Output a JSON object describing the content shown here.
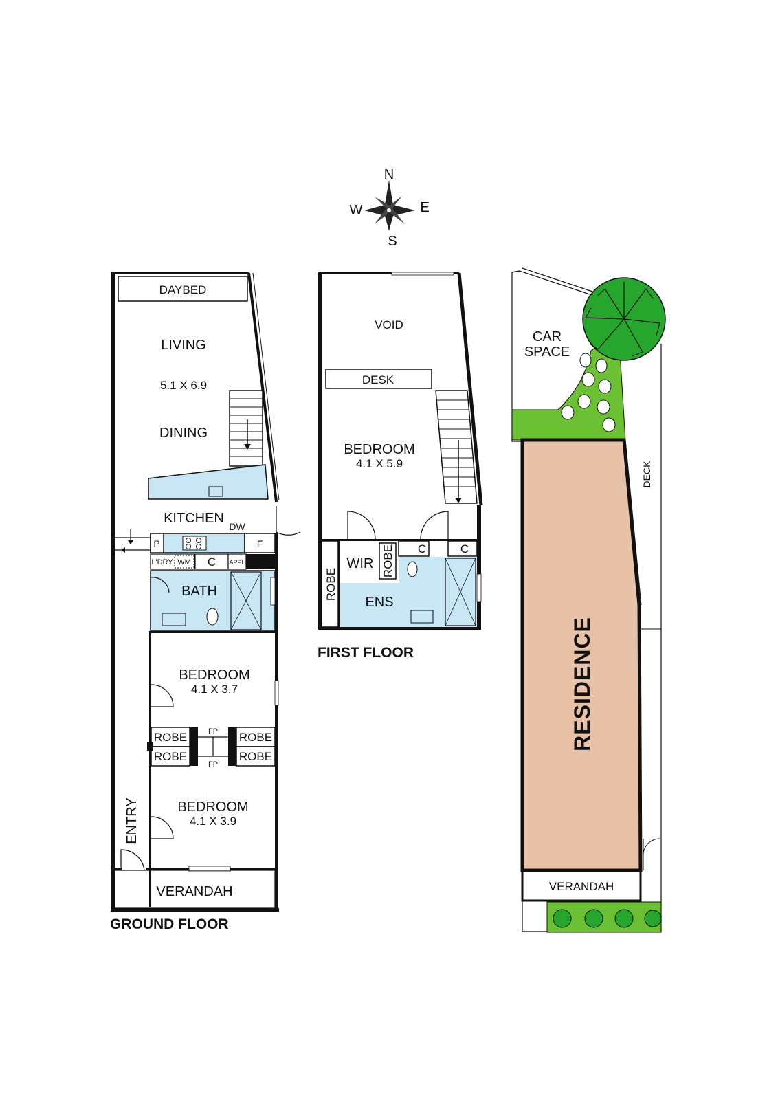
{
  "compass": {
    "north": "N",
    "south": "S",
    "east": "E",
    "west": "W"
  },
  "ground_floor": {
    "title": "GROUND FLOOR",
    "rooms": {
      "daybed": "DAYBED",
      "living": "LIVING",
      "living_dims": "5.1 X 6.9",
      "dining": "DINING",
      "kitchen": "KITCHEN",
      "dw": "DW",
      "p": "P",
      "f": "F",
      "laundry": "L'DRY",
      "wm": "WM",
      "c": "C",
      "appl": "APPL",
      "bath": "BATH",
      "bedroom1": "BEDROOM",
      "bedroom1_dims": "4.1 X 3.7",
      "robe": "ROBE",
      "fp": "FP",
      "bedroom2": "BEDROOM",
      "bedroom2_dims": "4.1 X 3.9",
      "entry": "ENTRY",
      "verandah": "VERANDAH"
    }
  },
  "first_floor": {
    "title": "FIRST FLOOR",
    "rooms": {
      "void": "VOID",
      "desk": "DESK",
      "bedroom": "BEDROOM",
      "bedroom_dims": "4.1 X 5.9",
      "wir": "WIR",
      "robe": "ROBE",
      "c": "C",
      "ens": "ENS"
    }
  },
  "site_plan": {
    "car_space_line1": "CAR",
    "car_space_line2": "SPACE",
    "deck": "DECK",
    "residence": "RESIDENCE",
    "verandah": "VERANDAH"
  },
  "colors": {
    "wet_area": "#c8e6f4",
    "garden": "#6cc033",
    "tree": "#27a62d",
    "residence": "#e8c2a8",
    "wall": "#111111"
  }
}
